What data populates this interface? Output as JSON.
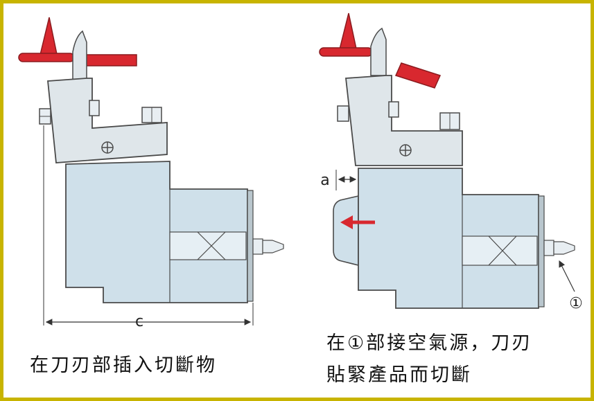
{
  "labels": {
    "dimension_c": "c",
    "dimension_a": "a",
    "port_marker": "①"
  },
  "captions": {
    "left": "在刀刃部插入切斷物",
    "right_line_1": "在①部接空氣源，刀刃",
    "right_line_2": "貼緊產品而切斷"
  },
  "colors": {
    "frame_border": "#c8b400",
    "body_fill": "#cfe0ea",
    "blade_fill": "#dfe6ea",
    "product_red": "#d8282f",
    "outline": "#4a4a4a"
  }
}
